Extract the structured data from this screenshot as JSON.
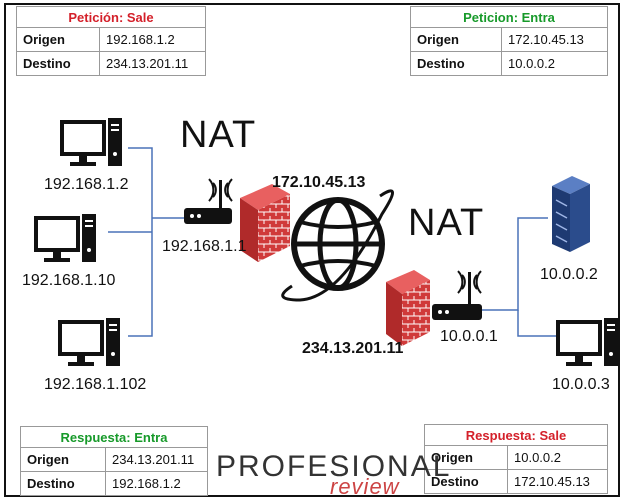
{
  "top_left": {
    "header": "Petición: Sale",
    "rows": [
      [
        "Origen",
        "192.168.1.2"
      ],
      [
        "Destino",
        "234.13.201.11"
      ]
    ]
  },
  "top_right": {
    "header": "Peticion: Entra",
    "rows": [
      [
        "Origen",
        "172.10.45.13"
      ],
      [
        "Destino",
        "10.0.0.2"
      ]
    ]
  },
  "bottom_left": {
    "header": "Respuesta: Entra",
    "rows": [
      [
        "Origen",
        "234.13.201.11"
      ],
      [
        "Destino",
        "192.168.1.2"
      ]
    ]
  },
  "bottom_right": {
    "header": "Respuesta: Sale",
    "rows": [
      [
        "Origen",
        "10.0.0.2"
      ],
      [
        "Destino",
        "172.10.45.13"
      ]
    ]
  },
  "labels": {
    "pc1": "192.168.1.2",
    "pc2": "192.168.1.10",
    "pc3": "192.168.1.102",
    "router_left": "192.168.1.1",
    "router_right": "10.0.0.1",
    "public_top": "172.10.45.13",
    "public_bottom": "234.13.201.11",
    "server": "10.0.0.2",
    "pc_right": "10.0.0.3",
    "nat_left": "NAT",
    "nat_right": "NAT"
  },
  "brand": {
    "name": "PROFESIONAL",
    "sub": "review"
  },
  "colors": {
    "red": "#d4202a",
    "green": "#179a2a",
    "link": "#4a72b8",
    "firewall": "#d03a3a",
    "server": "#2b4c8c"
  },
  "icons": [
    "computer-icon",
    "router-icon",
    "firewall-icon",
    "globe-icon",
    "server-icon"
  ]
}
